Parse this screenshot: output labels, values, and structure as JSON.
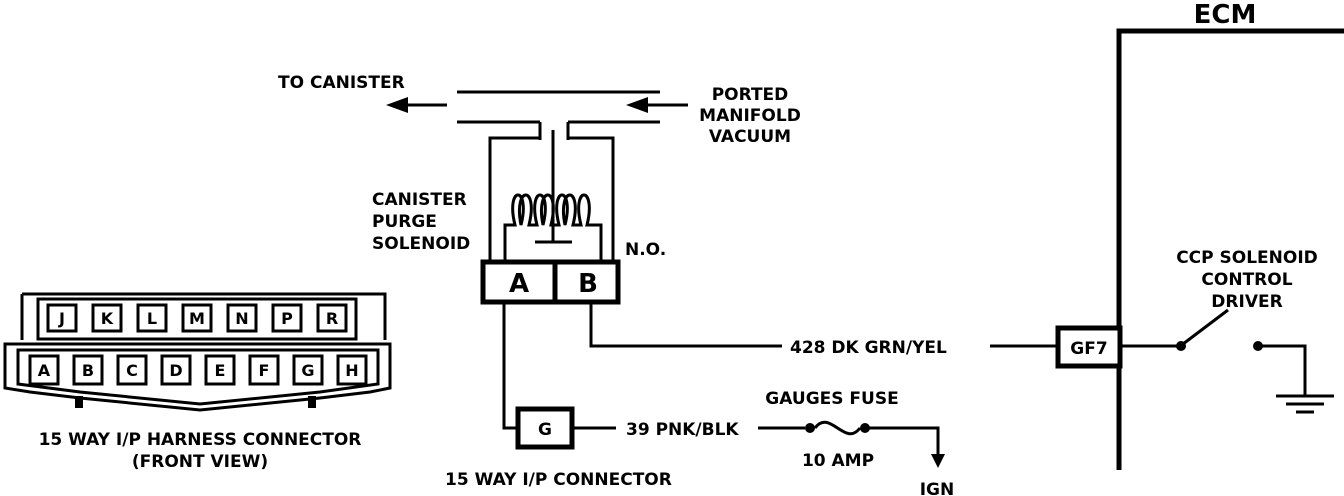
{
  "ecm": {
    "title": "ECM",
    "driver_label": [
      "CCP SOLENOID",
      "CONTROL",
      "DRIVER"
    ],
    "pin": "GF7"
  },
  "solenoid": {
    "label": [
      "CANISTER",
      "PURGE",
      "SOLENOID"
    ],
    "no_label": "N.O.",
    "terminal_a": "A",
    "terminal_b": "B",
    "to_canister": "TO CANISTER",
    "vacuum_label": [
      "PORTED",
      "MANIFOLD",
      "VACUUM"
    ]
  },
  "wires": {
    "dk_grn_yel": "428  DK GRN/YEL",
    "pnk_blk": "39  PNK/BLK"
  },
  "connector_ip": {
    "pin": "G",
    "label": "15 WAY I/P CONNECTOR"
  },
  "fuse": {
    "title": "GAUGES FUSE",
    "rating": "10 AMP",
    "feed": "IGN"
  },
  "harness": {
    "top_pins": [
      "J",
      "K",
      "L",
      "M",
      "N",
      "P",
      "R"
    ],
    "bottom_pins": [
      "A",
      "B",
      "C",
      "D",
      "E",
      "F",
      "G",
      "H"
    ],
    "label": "15 WAY I/P HARNESS CONNECTOR",
    "sublabel": "(FRONT VIEW)"
  }
}
